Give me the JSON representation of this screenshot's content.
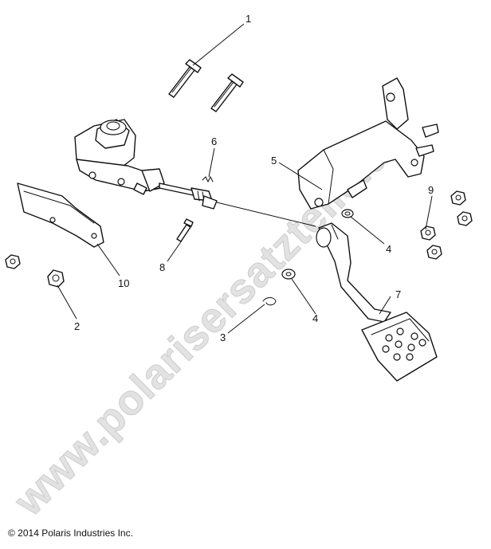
{
  "watermark": "www.polarisersatzteile.de",
  "copyright": "© 2014 Polaris Industries Inc.",
  "callouts": {
    "c1": "1",
    "c2": "2",
    "c3": "3",
    "c4a": "4",
    "c4b": "4",
    "c5": "5",
    "c6": "6",
    "c7": "7",
    "c8": "8",
    "c9": "9",
    "c10": "10"
  }
}
